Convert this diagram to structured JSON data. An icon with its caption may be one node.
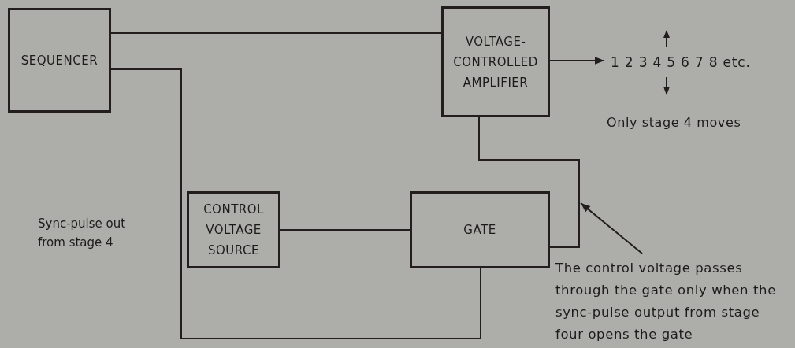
{
  "diagram": {
    "nodes": [
      {
        "text": [
          "SEQUENCER"
        ]
      },
      {
        "text": [
          "VOLTAGE-CONTROLLED AMPLIFIER"
        ]
      },
      {
        "text": [
          "1 2 3 4 5 6 7 8 etc."
        ],
        "beside": [
          "Only stage 4 moves"
        ]
      },
      {
        "text": [
          "CONTROL VOLTAGE SOURCE"
        ]
      },
      {
        "text": [
          "GATE"
        ]
      },
      {
        "text": [
          "The control voltage passes through the gate only when the sync-pulse output from stage four opens the gate"
        ]
      }
    ],
    "edges": [
      {
        "from": 0,
        "to": 1,
        "arrow": "none"
      },
      {
        "from": 1,
        "to": 2,
        "arrow": "to"
      },
      {
        "from": 3,
        "to": 4,
        "arrow": "none"
      },
      {
        "from": 4,
        "to": 1,
        "arrow": "none"
      },
      {
        "from": 0,
        "to": 4,
        "arrow": "none"
      },
      {
        "from": 5,
        "to": null,
        "arrow": "to"
      }
    ],
    "labels": [
      "Sync-pulse out from stage 4"
    ]
  }
}
